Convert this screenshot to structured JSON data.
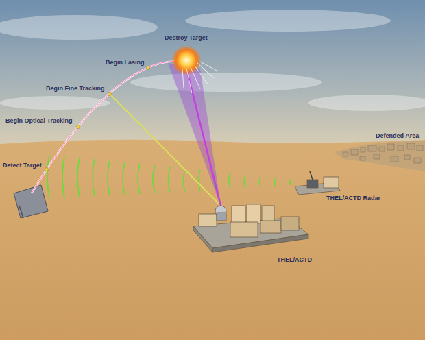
{
  "diagram": {
    "labels": [
      "Destroy Target",
      "Begin Lasing",
      "Begin Fine Tracking",
      "Begin Optical Tracking",
      "Detect Target",
      "Defended Area",
      "THEL/ACTD Radar",
      "THEL/ACTD"
    ]
  }
}
